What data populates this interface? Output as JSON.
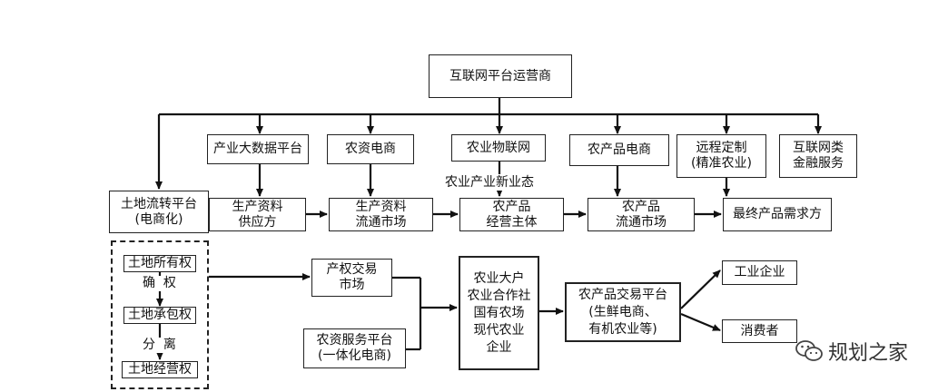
{
  "top": {
    "operator": "互联网平台运营商"
  },
  "services": [
    {
      "label": "产业大数据平台"
    },
    {
      "label": "农资电商"
    },
    {
      "label": "农业物联网"
    },
    {
      "label": "农产品电商"
    },
    {
      "label": "远程定制\n(精准农业)"
    },
    {
      "label": "互联网类\n金融服务"
    }
  ],
  "new_format_label": "农业产业新业态",
  "land_transfer": "土地流转平台\n(电商化)",
  "chain": [
    {
      "label": "生产资料\n供应方"
    },
    {
      "label": "生产资料\n流通市场"
    },
    {
      "label": "农产品\n经营主体"
    },
    {
      "label": "农产品\n流通市场"
    },
    {
      "label": "最终产品需求方"
    }
  ],
  "land_rights": {
    "ownership": "土地所有权",
    "confirm": "确  权",
    "contract": "土地承包权",
    "separate": "分  离",
    "operation": "土地经营权"
  },
  "property_market": "产权交易\n市场",
  "agri_service_platform": "农资服务平台\n(一体化电商)",
  "operators": "农业大户\n农业合作社\n国有农场\n现代农业\n企业",
  "trade_platform": "农产品交易平台\n(生鲜电商、\n有机农业等)",
  "buyers": [
    {
      "label": "工业企业"
    },
    {
      "label": "消费者"
    }
  ],
  "watermark": "规划之家"
}
